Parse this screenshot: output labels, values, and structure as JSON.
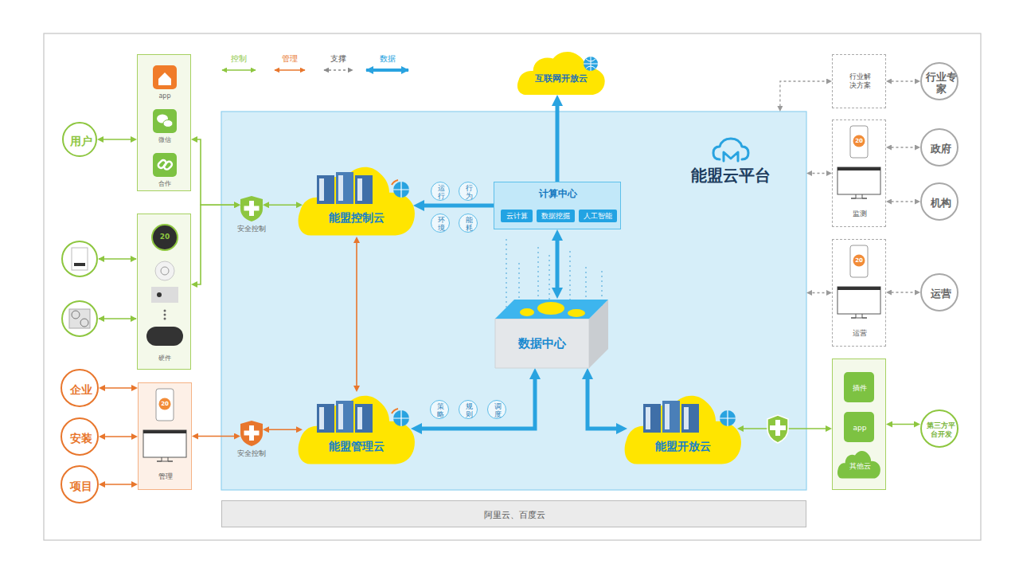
{
  "diagram": {
    "nodes": [
      {
        "text": [
          "互联网开放云"
        ]
      },
      {
        "text": [
          "行业解决方案"
        ]
      },
      {
        "text": [
          "行业专家"
        ]
      },
      {
        "text": [
          "用户"
        ]
      },
      {
        "text": [
          "app",
          "微信",
          "合作"
        ]
      },
      {
        "text": [
          "能盟云平台"
        ]
      },
      {
        "text": [
          "能盟控制云"
        ],
        "in": 5
      },
      {
        "text": [
          "计算中心"
        ],
        "in": 5
      },
      {
        "text": [
          "云计算"
        ],
        "in": 7
      },
      {
        "text": [
          "数据挖掘"
        ],
        "in": 7
      },
      {
        "text": [
          "人工智能"
        ],
        "in": 7
      },
      {
        "text": [
          "运行"
        ],
        "in": 5
      },
      {
        "text": [
          "行为"
        ],
        "in": 5
      },
      {
        "text": [
          "环境"
        ],
        "in": 5
      },
      {
        "text": [
          "能耗"
        ],
        "in": 5
      },
      {
        "text": [
          "数据中心"
        ],
        "in": 5
      },
      {
        "text": [
          "能盟管理云"
        ],
        "in": 5
      },
      {
        "text": [
          "策略"
        ],
        "in": 5
      },
      {
        "text": [
          "规则"
        ],
        "in": 5
      },
      {
        "text": [
          "调度"
        ],
        "in": 5
      },
      {
        "text": [
          "能盟开放云"
        ],
        "in": 5
      },
      {
        "text": [
          "安全控制"
        ]
      },
      {
        "text": [
          "硬件"
        ]
      },
      {
        "text": [
          "企业"
        ]
      },
      {
        "text": [
          "安装"
        ]
      },
      {
        "text": [
          "项目"
        ]
      },
      {
        "text": [
          "管理"
        ]
      },
      {
        "text": [
          "安全控制"
        ]
      },
      {
        "text": [
          "监测"
        ]
      },
      {
        "text": [
          "政府"
        ]
      },
      {
        "text": [
          "机构"
        ]
      },
      {
        "text": [
          "运营"
        ]
      },
      {
        "text": [
          "运营"
        ]
      },
      {
        "text": [
          "插件",
          "app",
          "其他云"
        ]
      },
      {
        "text": [
          "第三方平台开发"
        ]
      },
      {
        "text": [
          "阿里云、百度云"
        ]
      }
    ],
    "edges": [
      {
        "from": 3,
        "to": 4,
        "arrow": "both"
      },
      {
        "from": 4,
        "to": 21,
        "arrow": "both"
      },
      {
        "from": 22,
        "to": 21,
        "arrow": "both"
      },
      {
        "from": 21,
        "to": 6,
        "arrow": "both"
      },
      {
        "from": 6,
        "to": 16,
        "arrow": "both"
      },
      {
        "from": 7,
        "to": 6,
        "arrow": "to"
      },
      {
        "from": 7,
        "to": 0,
        "arrow": "to"
      },
      {
        "from": 7,
        "to": 15,
        "arrow": "both"
      },
      {
        "from": 15,
        "to": 16,
        "arrow": "both"
      },
      {
        "from": 15,
        "to": 20,
        "arrow": "both"
      },
      {
        "from": 20,
        "to": 33,
        "arrow": "both"
      },
      {
        "from": 33,
        "to": 34,
        "arrow": "both"
      },
      {
        "from": 23,
        "to": 26,
        "arrow": "both"
      },
      {
        "from": 24,
        "to": 26,
        "arrow": "both"
      },
      {
        "from": 25,
        "to": 26,
        "arrow": "both"
      },
      {
        "from": 26,
        "to": 27,
        "arrow": "both"
      },
      {
        "from": 27,
        "to": 16,
        "arrow": "both"
      },
      {
        "from": 2,
        "to": 1,
        "arrow": "both"
      },
      {
        "from": 1,
        "to": 5,
        "arrow": "both"
      },
      {
        "from": 29,
        "to": 28,
        "arrow": "both"
      },
      {
        "from": 30,
        "to": 28,
        "arrow": "both"
      },
      {
        "from": 28,
        "to": 5,
        "arrow": "both"
      },
      {
        "from": 32,
        "to": 31,
        "arrow": "both"
      },
      {
        "from": 31,
        "to": 5,
        "arrow": "both"
      }
    ],
    "labels": [
      "20",
      "20",
      "20",
      "20"
    ],
    "legend": [
      {
        "text": "控制"
      },
      {
        "text": "管理"
      },
      {
        "text": "支撑"
      },
      {
        "text": "数据"
      }
    ]
  }
}
